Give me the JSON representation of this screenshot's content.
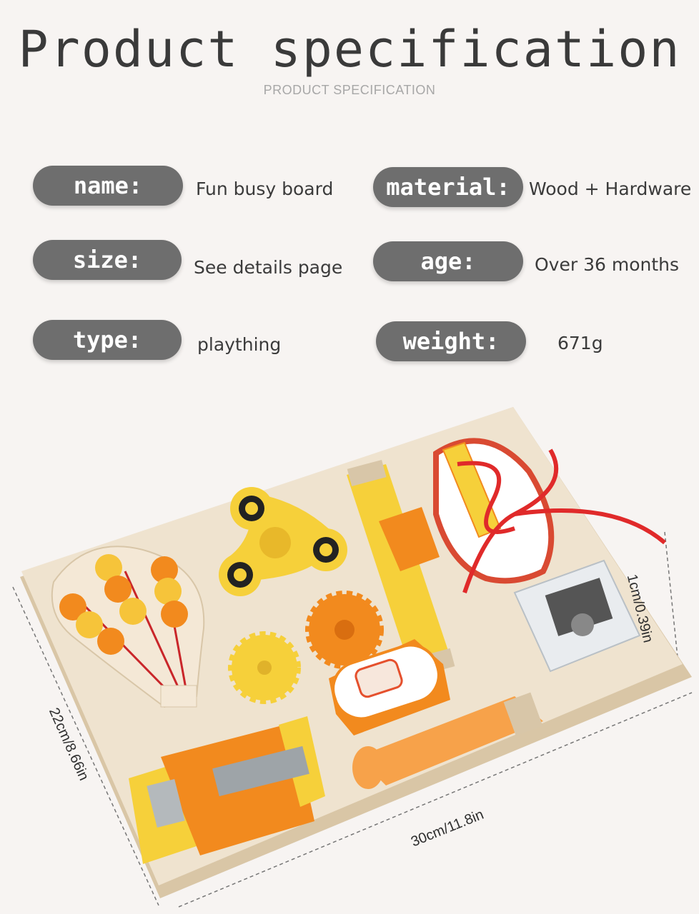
{
  "title": "Product specification",
  "subtitle": "PRODUCT SPECIFICATION",
  "specs": [
    {
      "label": "name:",
      "value": "Fun busy board"
    },
    {
      "label": "material:",
      "value": "Wood + Hardware"
    },
    {
      "label": "size:",
      "value": "See details page"
    },
    {
      "label": "age:",
      "value": "Over 36 months"
    },
    {
      "label": "type:",
      "value": "plaything"
    },
    {
      "label": "weight:",
      "value": "671g"
    }
  ],
  "dimensions": {
    "depth": "1cm/0.39in",
    "height": "22cm/8.66in",
    "width": "30cm/11.8in"
  },
  "colors": {
    "pill": "#6e6e6e",
    "wood": "#efe3cf",
    "orange": "#f28a1e",
    "yellow": "#f6d03a",
    "red": "#e02a2a"
  }
}
